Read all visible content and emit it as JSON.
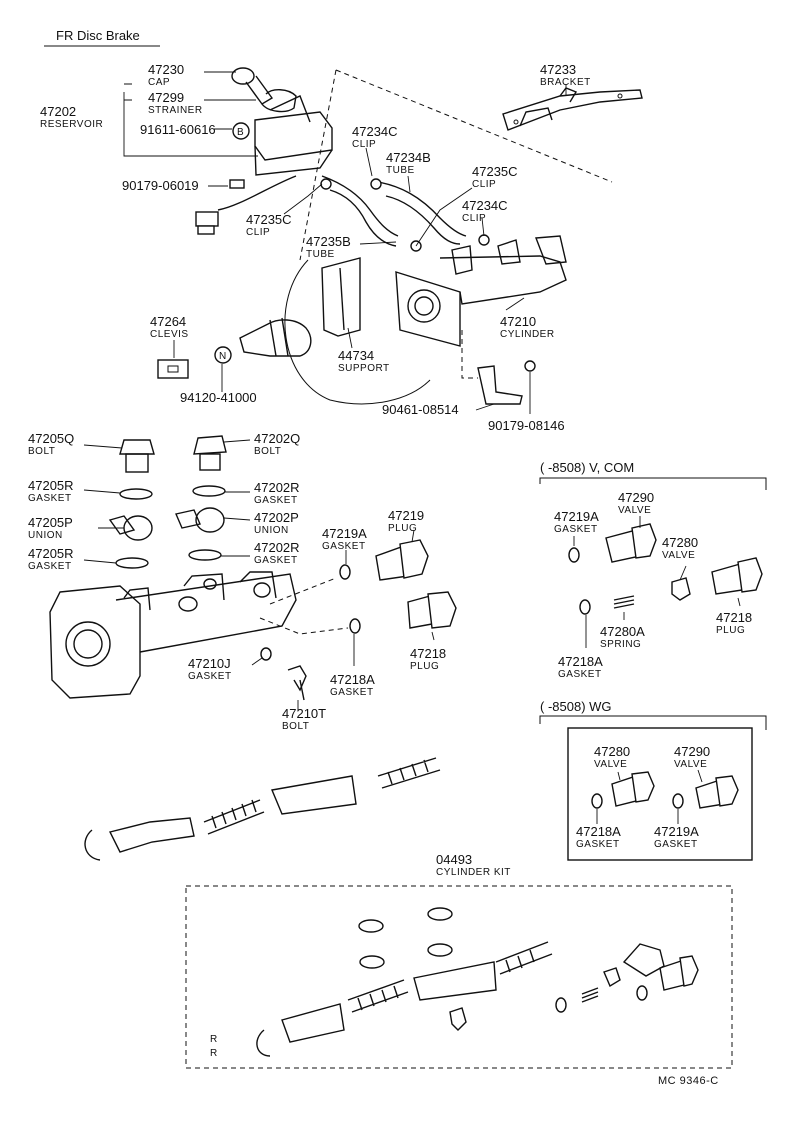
{
  "title": "FR Disc Brake",
  "footer_code": "MC 9346-C",
  "parts": [
    {
      "id": "p47230",
      "number": "47230",
      "name": "CAP"
    },
    {
      "id": "p47299",
      "number": "47299",
      "name": "STRAINER"
    },
    {
      "id": "p47202",
      "number": "47202",
      "name": "RESERVOIR"
    },
    {
      "id": "p91611",
      "number": "91611-60616",
      "name": ""
    },
    {
      "id": "p90179a",
      "number": "90179-06019",
      "name": ""
    },
    {
      "id": "p47235Ca",
      "number": "47235C",
      "name": "CLIP"
    },
    {
      "id": "p47234Ca",
      "number": "47234C",
      "name": "CLIP"
    },
    {
      "id": "p47234B",
      "number": "47234B",
      "name": "TUBE"
    },
    {
      "id": "p47235Cb",
      "number": "47235C",
      "name": "CLIP"
    },
    {
      "id": "p47234Cb",
      "number": "47234C",
      "name": "CLIP"
    },
    {
      "id": "p47235B",
      "number": "47235B",
      "name": "TUBE"
    },
    {
      "id": "p47233",
      "number": "47233",
      "name": "BRACKET"
    },
    {
      "id": "p47210",
      "number": "47210",
      "name": "CYLINDER"
    },
    {
      "id": "p47264",
      "number": "47264",
      "name": "CLEVIS"
    },
    {
      "id": "p94120",
      "number": "94120-41000",
      "name": ""
    },
    {
      "id": "p44734",
      "number": "44734",
      "name": "SUPPORT"
    },
    {
      "id": "p90461",
      "number": "90461-08514",
      "name": ""
    },
    {
      "id": "p90179b",
      "number": "90179-08146",
      "name": ""
    },
    {
      "id": "p47205Q",
      "number": "47205Q",
      "name": "BOLT"
    },
    {
      "id": "p47202Q",
      "number": "47202Q",
      "name": "BOLT"
    },
    {
      "id": "p47205Ra",
      "number": "47205R",
      "name": "GASKET"
    },
    {
      "id": "p47202Ra",
      "number": "47202R",
      "name": "GASKET"
    },
    {
      "id": "p47205P",
      "number": "47205P",
      "name": "UNION"
    },
    {
      "id": "p47202P",
      "number": "47202P",
      "name": "UNION"
    },
    {
      "id": "p47205Rb",
      "number": "47205R",
      "name": "GASKET"
    },
    {
      "id": "p47202Rb",
      "number": "47202R",
      "name": "GASKET"
    },
    {
      "id": "p47219Aa",
      "number": "47219A",
      "name": "GASKET"
    },
    {
      "id": "p47219a",
      "number": "47219",
      "name": "PLUG"
    },
    {
      "id": "p47218a",
      "number": "47218",
      "name": "PLUG"
    },
    {
      "id": "p47210J",
      "number": "47210J",
      "name": "GASKET"
    },
    {
      "id": "p47218Aa",
      "number": "47218A",
      "name": "GASKET"
    },
    {
      "id": "p47210T",
      "number": "47210T",
      "name": "BOLT"
    },
    {
      "id": "p47219Ab",
      "number": "47219A",
      "name": "GASKET"
    },
    {
      "id": "p47290a",
      "number": "47290",
      "name": "VALVE"
    },
    {
      "id": "p47280a",
      "number": "47280",
      "name": "VALVE"
    },
    {
      "id": "p47218b",
      "number": "47218",
      "name": "PLUG"
    },
    {
      "id": "p47280A",
      "number": "47280A",
      "name": "SPRING"
    },
    {
      "id": "p47218Ab",
      "number": "47218A",
      "name": "GASKET"
    },
    {
      "id": "p47280b",
      "number": "47280",
      "name": "VALVE"
    },
    {
      "id": "p47290b",
      "number": "47290",
      "name": "VALVE"
    },
    {
      "id": "p47218Ac",
      "number": "47218A",
      "name": "GASKET"
    },
    {
      "id": "p47219Ac",
      "number": "47219A",
      "name": "GASKET"
    },
    {
      "id": "p04493",
      "number": "04493",
      "name": "CYLINDER KIT"
    }
  ],
  "groups": [
    {
      "id": "gcom",
      "label": "(      -8508) V, COM"
    },
    {
      "id": "gwg",
      "label": "(      -8508) WG"
    }
  ],
  "callouts": [
    {
      "id": "cB",
      "text": "B"
    },
    {
      "id": "cN",
      "text": "N"
    }
  ]
}
